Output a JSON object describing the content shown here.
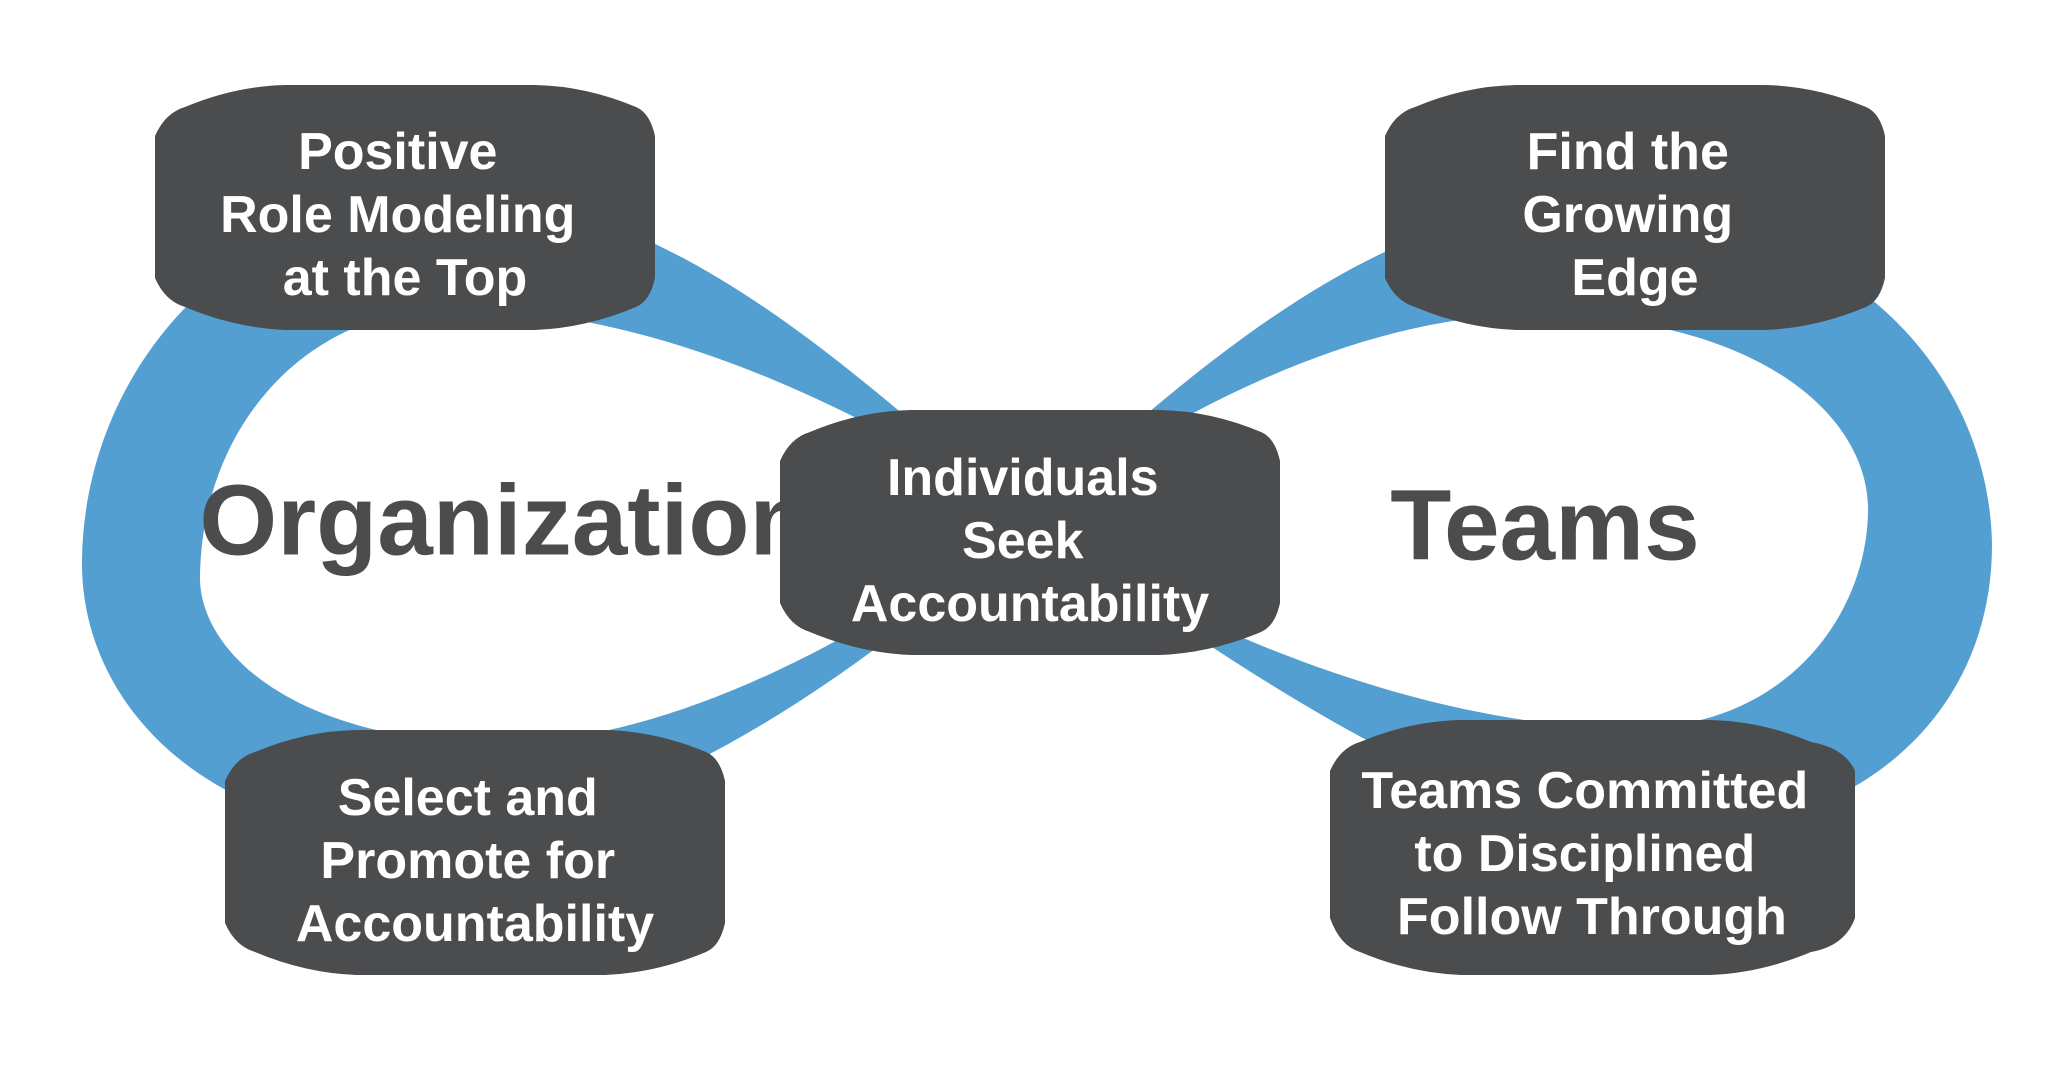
{
  "colors": {
    "loop": "#549fd2",
    "node_fill": "#4b4c4e",
    "node_text": "#ffffff",
    "label_text": "#4b4c4e",
    "background": "#ffffff"
  },
  "labels": {
    "left": "Organization",
    "right": "Teams"
  },
  "nodes": {
    "top_left": {
      "lines": [
        "Positive",
        "Role Modeling",
        "at the Top"
      ]
    },
    "top_right": {
      "lines": [
        "Find the",
        "Growing",
        "Edge"
      ]
    },
    "center": {
      "lines": [
        "Individuals",
        "Seek",
        "Accountability"
      ]
    },
    "bottom_left": {
      "lines": [
        "Select and",
        "Promote for",
        "Accountability"
      ]
    },
    "bottom_right": {
      "lines": [
        "Teams Committed",
        "to Disciplined",
        "Follow Through"
      ]
    }
  }
}
